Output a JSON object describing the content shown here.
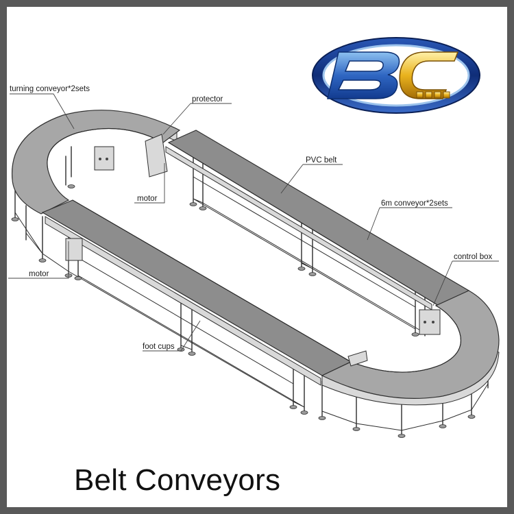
{
  "logo": {
    "text": "BC",
    "colors": {
      "ring_outer": "#1c3c8c",
      "ring_inner": "#7fb2e6",
      "letter_b": "#1f4fa8",
      "letter_c": "#e8b31e"
    }
  },
  "callouts": {
    "turning_conveyor": "turning conveyor*2sets",
    "protector": "protector",
    "pvc_belt": "PVC belt",
    "motor_upper": "motor",
    "six_m_conveyor": "6m conveyor*2sets",
    "control_box": "control box",
    "motor_left": "motor",
    "foot_cups": "foot cups"
  },
  "caption": "Belt Conveyors",
  "colors": {
    "frame_border": "#595959",
    "belt": "#8d8d8d",
    "structure": "#2b2b2b"
  }
}
